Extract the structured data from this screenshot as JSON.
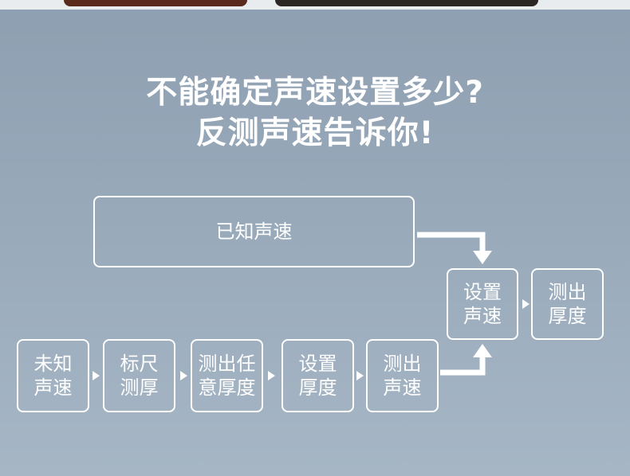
{
  "headline": {
    "line1": "不能确定声速设置多少?",
    "line2": "反测声速告诉你!"
  },
  "known_path": {
    "known_speed": "已知声速"
  },
  "end_steps": {
    "set_speed": [
      "设置",
      "声速"
    ],
    "measure_thickness": [
      "测出",
      "厚度"
    ]
  },
  "unknown_path": {
    "unknown_speed": [
      "未知",
      "声速"
    ],
    "ruler_measure": [
      "标尺",
      "测厚"
    ],
    "measure_any": [
      "测出任",
      "意厚度"
    ],
    "set_thickness": [
      "设置",
      "厚度"
    ],
    "measure_speed": [
      "测出",
      "声速"
    ]
  },
  "colors": {
    "background_top": "#8e9fb1",
    "background_bottom": "#a6b6c5",
    "foreground": "#ffffff"
  }
}
